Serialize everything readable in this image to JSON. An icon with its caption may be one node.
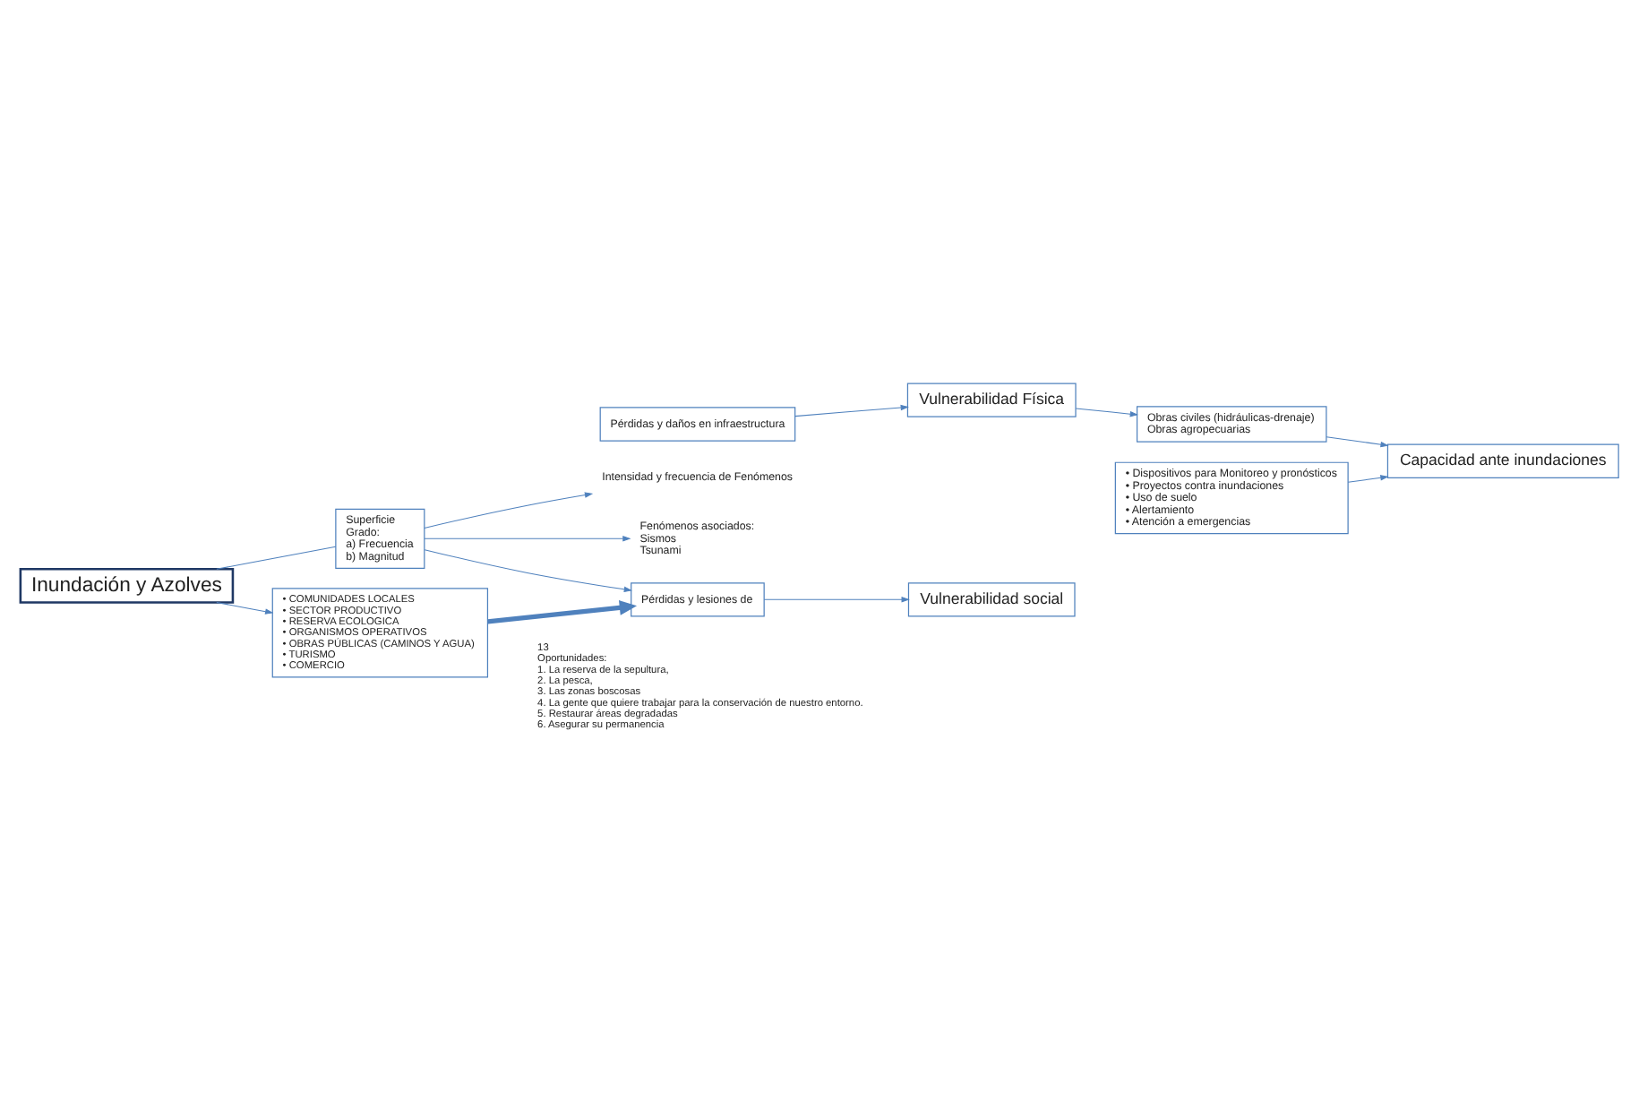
{
  "diagram": {
    "nodes": [
      {
        "text": [
          "Inundación y Azolves"
        ]
      },
      {
        "text": [
          "Superficie",
          "Grado:",
          "a) Frecuencia",
          "b) Magnitud"
        ]
      },
      {
        "text": [
          "Intensidad y frecuencia de Fenómenos"
        ]
      },
      {
        "text": [
          "Fenómenos asociados:",
          "Sismos",
          "Tsunami"
        ]
      },
      {
        "text": [
          "• COMUNIDADES LOCALES",
          "• SECTOR PRODUCTIVO",
          "• RESERVA ECOLOGICA",
          "• ORGANISMOS OPERATIVOS",
          "• OBRAS PÚBLICAS (CAMINOS Y AGUA)",
          "• TURISMO",
          "• COMERCIO"
        ]
      },
      {
        "text": [
          "Pérdidas y lesiones de"
        ]
      },
      {
        "text": [
          "Pérdidas y daños en infraestructura"
        ]
      },
      {
        "text": [
          "Vulnerabilidad social"
        ]
      },
      {
        "text": [
          "Vulnerabilidad Física"
        ]
      },
      {
        "text": [
          "Obras civiles (hidráulicas-drenaje)",
          "Obras agropecuarias"
        ]
      },
      {
        "text": [
          "Capacidad ante inundaciones"
        ]
      },
      {
        "text": [
          "• Dispositivos para Monitoreo y pronósticos",
          "• Proyectos contra inundaciones",
          "• Uso de suelo",
          "• Alertamiento",
          "• Atención a emergencias"
        ]
      }
    ],
    "edges": [
      {
        "from": 0,
        "to": 1,
        "arrow": "none"
      },
      {
        "from": 0,
        "to": 4,
        "arrow": "to"
      },
      {
        "from": 1,
        "to": 2,
        "arrow": "to"
      },
      {
        "from": 1,
        "to": 3,
        "arrow": "to"
      },
      {
        "from": 1,
        "to": 5,
        "arrow": "to"
      },
      {
        "from": 4,
        "to": 5,
        "arrow": "to",
        "style": "thick"
      },
      {
        "from": 5,
        "to": 7,
        "arrow": "to"
      },
      {
        "from": 6,
        "to": 8,
        "arrow": "to"
      },
      {
        "from": 8,
        "to": 9,
        "arrow": "to"
      },
      {
        "from": 9,
        "to": 10,
        "arrow": "to"
      },
      {
        "from": 11,
        "to": 10,
        "arrow": "to"
      }
    ],
    "labels": [
      "13",
      "Oportunidades:",
      "1. La reserva de la sepultura,",
      "2. La pesca,",
      "3. Las zonas boscosas",
      "4. La gente que quiere trabajar para la conservación de nuestro entorno.",
      "5. Restaurar áreas degradadas",
      "6. Asegurar su permanencia"
    ]
  }
}
